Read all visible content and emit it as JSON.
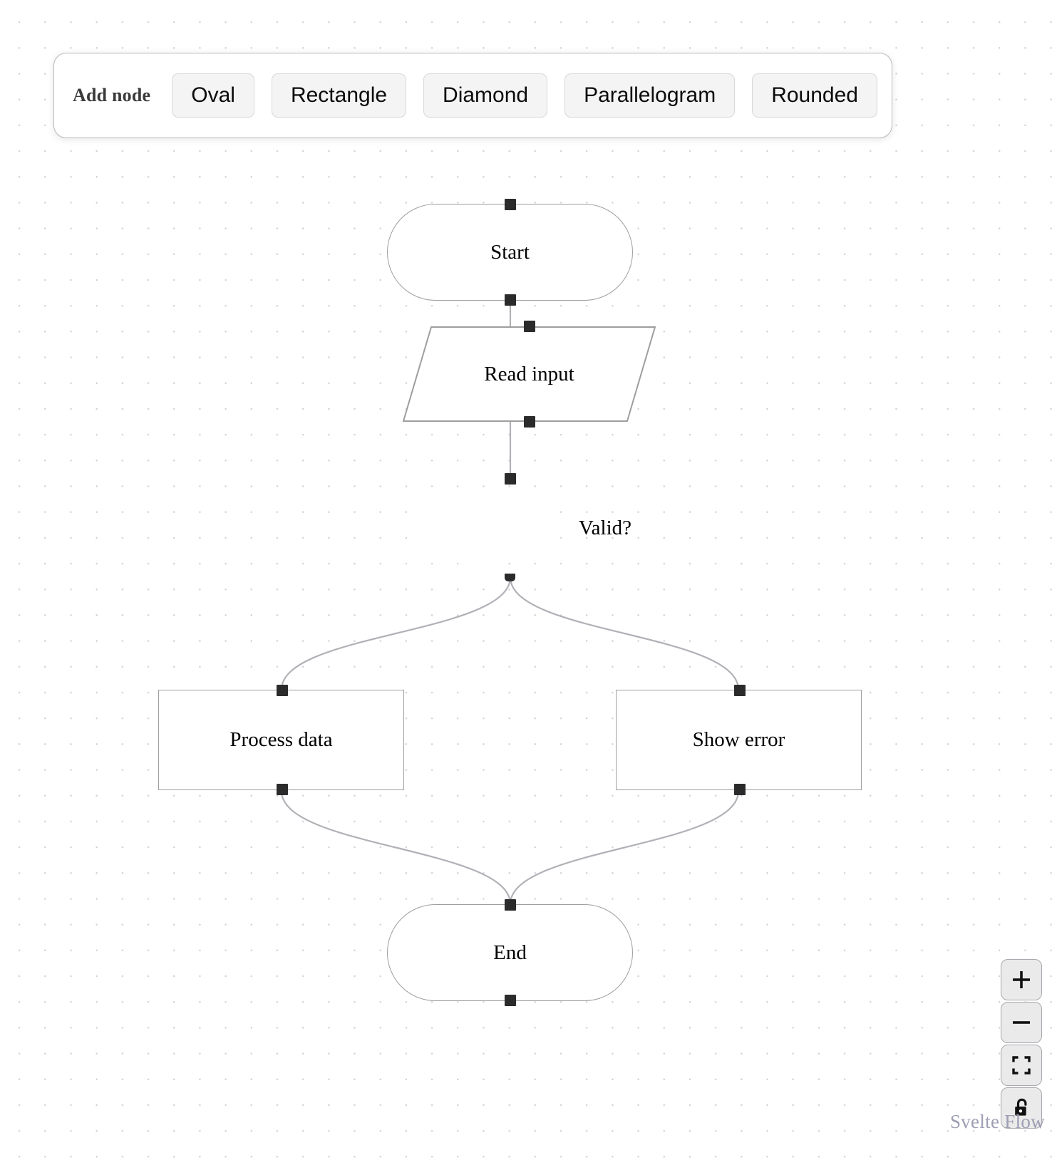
{
  "toolbar": {
    "label": "Add node",
    "buttons": [
      {
        "name": "oval",
        "label": "Oval"
      },
      {
        "name": "rectangle",
        "label": "Rectangle"
      },
      {
        "name": "diamond",
        "label": "Diamond"
      },
      {
        "name": "parallelogram",
        "label": "Parallelogram"
      },
      {
        "name": "rounded",
        "label": "Rounded"
      }
    ]
  },
  "flow": {
    "nodes": [
      {
        "id": "start",
        "label": "Start",
        "shape": "oval"
      },
      {
        "id": "read",
        "label": "Read input",
        "shape": "parallelogram"
      },
      {
        "id": "valid",
        "label": "Valid?",
        "shape": "diamond"
      },
      {
        "id": "process",
        "label": "Process data",
        "shape": "rectangle"
      },
      {
        "id": "error",
        "label": "Show error",
        "shape": "rectangle"
      },
      {
        "id": "end",
        "label": "End",
        "shape": "oval"
      }
    ],
    "edges": [
      {
        "from": "start",
        "to": "read"
      },
      {
        "from": "read",
        "to": "valid"
      },
      {
        "from": "valid",
        "to": "process"
      },
      {
        "from": "valid",
        "to": "error"
      },
      {
        "from": "process",
        "to": "end"
      },
      {
        "from": "error",
        "to": "end"
      }
    ]
  },
  "controls": {
    "zoom_in": "zoom-in",
    "zoom_out": "zoom-out",
    "fit_view": "fit-view",
    "lock": "unlock"
  },
  "attribution": "Svelte Flow",
  "colors": {
    "node_border": "#9e9e9e",
    "handle": "#2b2b2b",
    "edge": "#b1b1b7",
    "dot": "#d2d2d8",
    "panel_border": "#b9b9b9",
    "button_bg": "#f4f4f4",
    "attribution": "#9e9eb4"
  }
}
